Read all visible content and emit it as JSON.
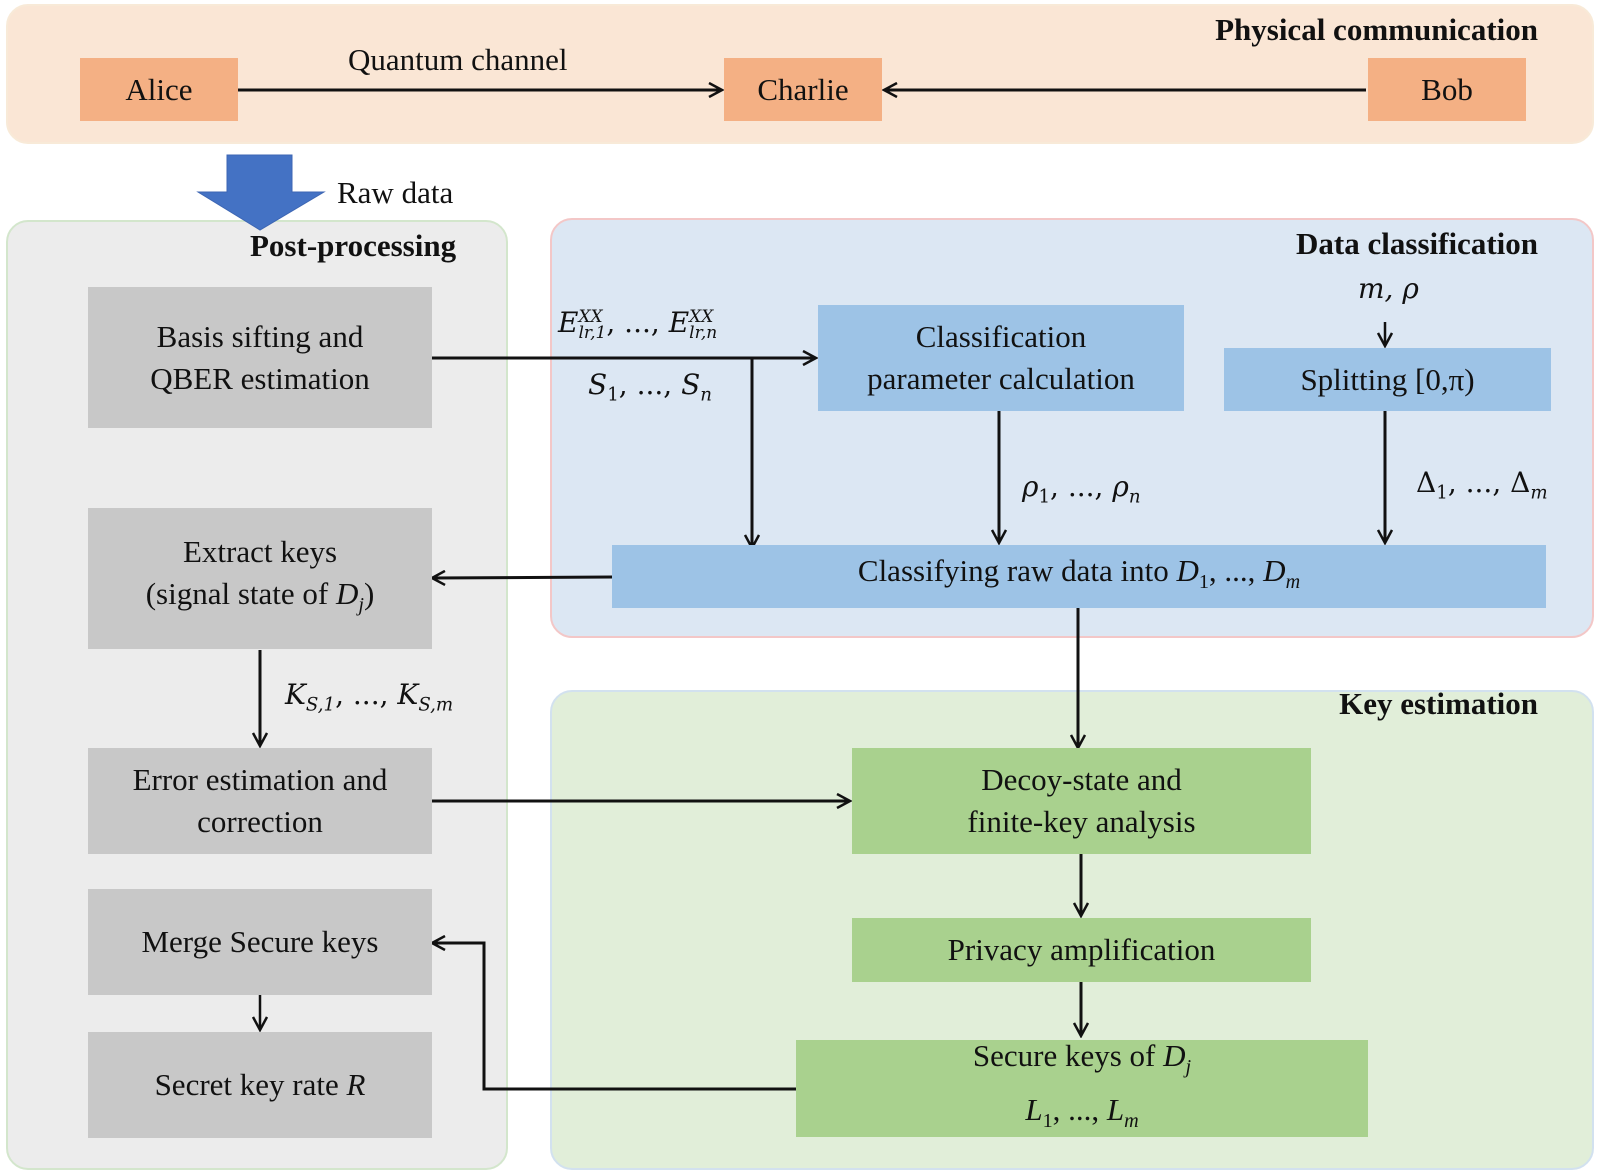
{
  "panels": {
    "physical": {
      "title": "Physical communication"
    },
    "post_processing": {
      "title": "Post-processing"
    },
    "data_classification": {
      "title": "Data classification"
    },
    "key_estimation": {
      "title": "Key estimation"
    }
  },
  "physical": {
    "alice": "Alice",
    "charlie": "Charlie",
    "bob": "Bob",
    "channel_label": "Quantum channel"
  },
  "raw_data_label": "Raw data",
  "post": {
    "basis_line1": "Basis sifting and",
    "basis_line2": "QBER estimation",
    "extract_line1": "Extract keys",
    "extract_line2_pre": "(signal state of ",
    "extract_var": "D",
    "extract_sub": "j",
    "extract_line2_post": ")",
    "error_line1": "Error estimation and",
    "error_line2": "correction",
    "merge": "Merge Secure keys",
    "rate_pre": "Secret key rate ",
    "rate_var": "R"
  },
  "classification": {
    "param_line1": "Classification",
    "param_line2": "parameter calculation",
    "splitting": "Splitting [0,π)",
    "classify_pre": "Classifying raw data into ",
    "classify_d": "D",
    "classify_sub1": "1",
    "classify_mid": ", ..., ",
    "classify_subm": "m"
  },
  "keyest": {
    "decoy_line1": "Decoy-state and",
    "decoy_line2": "finite-key analysis",
    "privacy": "Privacy amplification",
    "secure_pre": "Secure keys of ",
    "secure_var": "D",
    "secure_sub": "j",
    "secure_l": "L",
    "secure_sub1": "1",
    "secure_mid": ", ..., ",
    "secure_subm": "m"
  },
  "annotations": {
    "e_var": "E",
    "e_sup": "XX",
    "e_sub1": "lr,1",
    "e_subn": "lr,n",
    "sep": ", ..., ",
    "s_var": "S",
    "s_sub1": "1",
    "s_subn": "n",
    "rho_var": "ρ",
    "rho_sub1": "1",
    "rho_subn": "n",
    "delta_var": "Δ",
    "delta_sub1": "1",
    "delta_subm": "m",
    "m_rho": "m, ρ",
    "k_var": "K",
    "k_sub1": "S,1",
    "k_subm": "S,m"
  },
  "colors": {
    "orange": "#f4b084",
    "grey": "#c8c8c8",
    "blue": "#9dc3e6",
    "green": "#a9d18e",
    "arrow_blue": "#4472c4"
  }
}
